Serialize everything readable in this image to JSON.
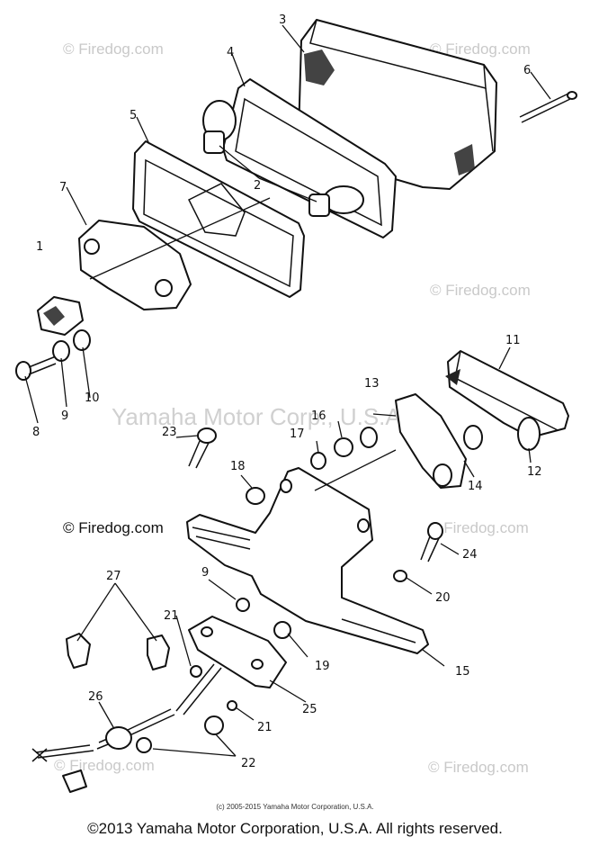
{
  "watermarks": {
    "brand": "© Firedog.com",
    "center": "Yamaha Motor Corp., U.S.A."
  },
  "callouts": [
    "1",
    "2",
    "2",
    "3",
    "4",
    "5",
    "6",
    "7",
    "8",
    "9",
    "9",
    "10",
    "11",
    "12",
    "13",
    "14",
    "15",
    "16",
    "17",
    "18",
    "19",
    "20",
    "21",
    "21",
    "22",
    "23",
    "24",
    "25",
    "26",
    "27"
  ],
  "footer": {
    "small_note": "(c) 2005-2015 Yamaha Motor Corporation, U.S.A.",
    "copyright": "©2013 Yamaha Motor Corporation, U.S.A. All rights reserved."
  }
}
